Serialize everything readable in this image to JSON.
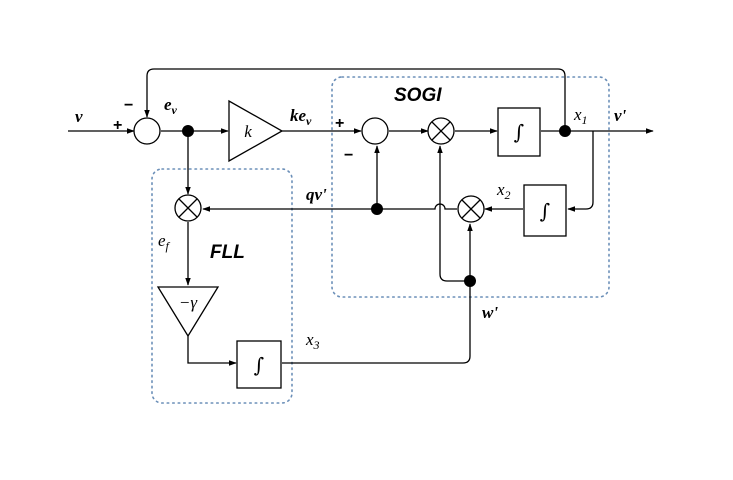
{
  "regions": {
    "sogi": "SOGI",
    "fll": "FLL"
  },
  "signals": {
    "input": "v",
    "error": "e",
    "error_sub": "v",
    "gain_out": "ke",
    "gain_out_sub": "v",
    "output": "v'",
    "x1": "x",
    "x1_sub": "1",
    "x2": "x",
    "x2_sub": "2",
    "x3": "x",
    "x3_sub": "3",
    "qv": "qv'",
    "ef": "e",
    "ef_sub": "f",
    "w": "w'"
  },
  "blocks": {
    "gain_k": "k",
    "gain_gamma": "−γ",
    "integrator": "∫"
  },
  "signs": {
    "sum1_plus": "+",
    "sum1_minus": "−",
    "sum2_plus": "+",
    "sum2_minus": "−"
  }
}
